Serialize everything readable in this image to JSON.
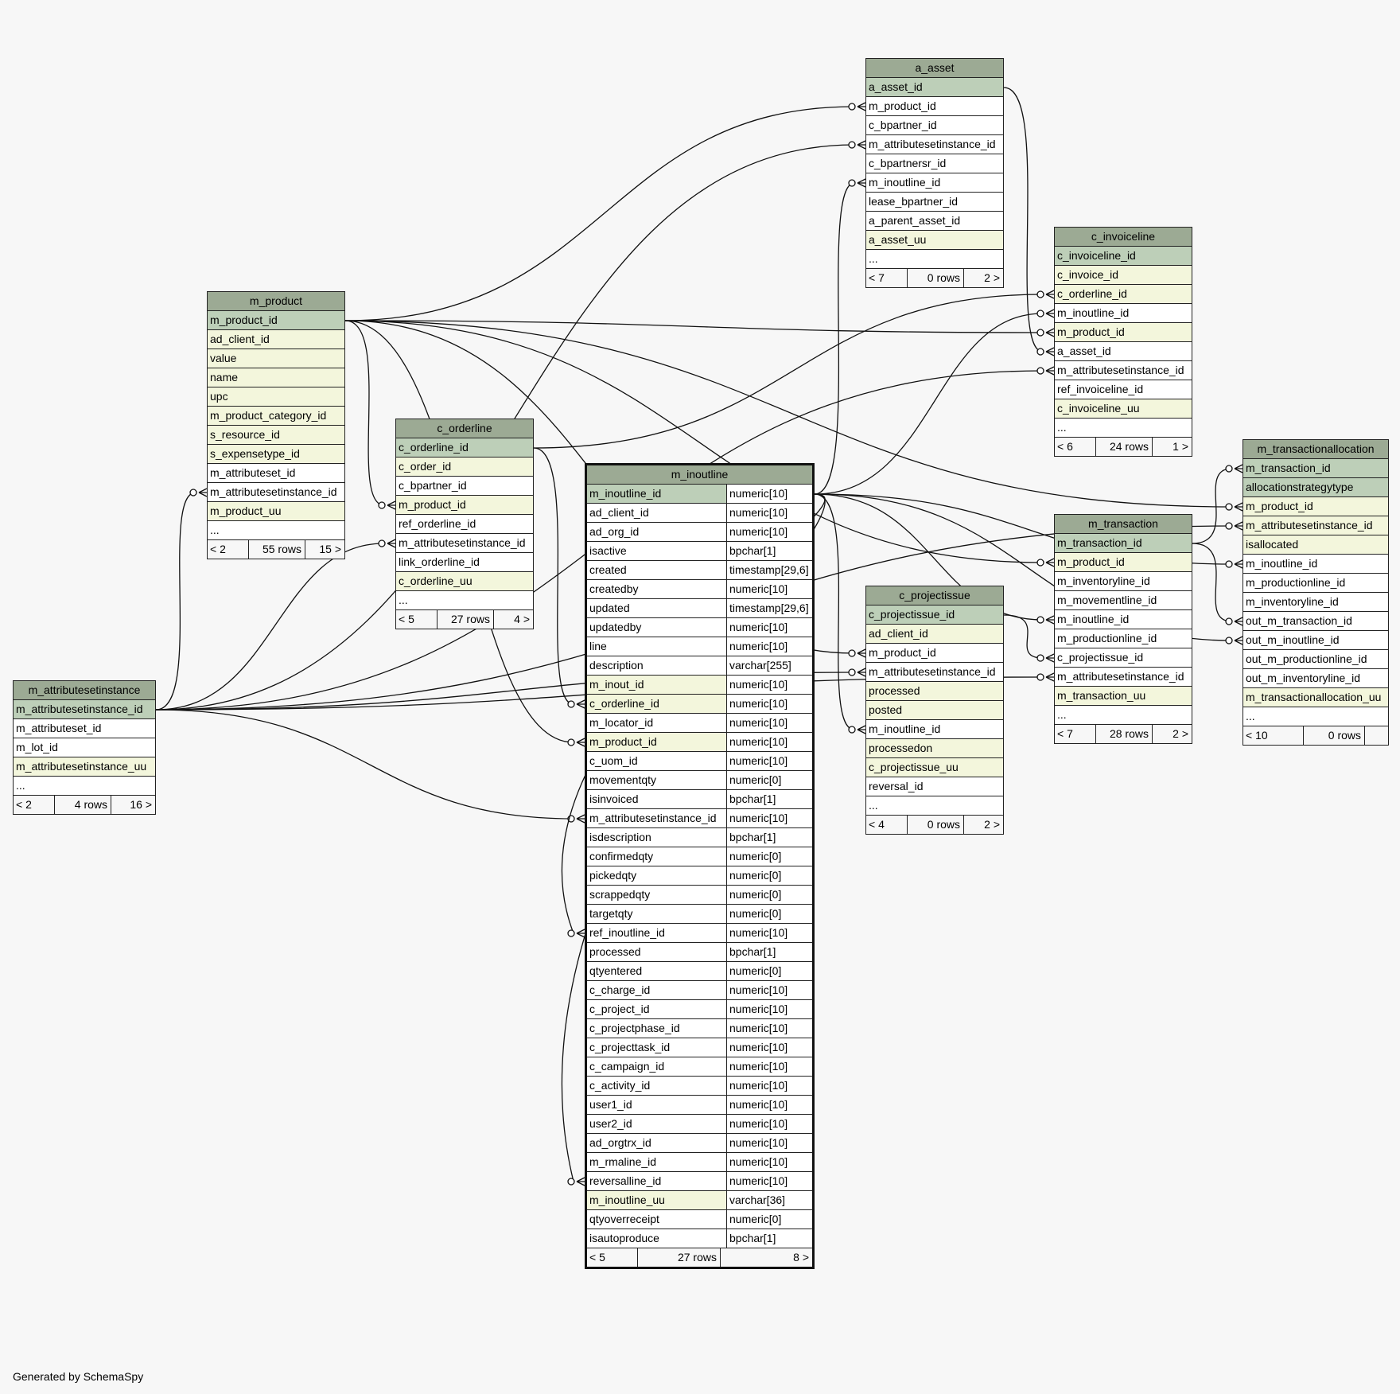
{
  "footer": "Generated by SchemaSpy",
  "colors": {
    "header": "#9caa94",
    "primary_key": "#bdcfb8",
    "indexed": "#f3f6dc",
    "background": "#f7f7f7"
  },
  "tables": {
    "m_attributesetinstance": {
      "name": "m_attributesetinstance",
      "rows": [
        {
          "name": "m_attributesetinstance_id",
          "kind": "pk"
        },
        {
          "name": "m_attributeset_id",
          "kind": "plain"
        },
        {
          "name": "m_lot_id",
          "kind": "plain"
        },
        {
          "name": "m_attributesetinstance_uu",
          "kind": "idx"
        },
        {
          "name": "...",
          "kind": "plain"
        }
      ],
      "footer": {
        "parents": "< 2",
        "rows": "4 rows",
        "children": "16 >"
      }
    },
    "m_product": {
      "name": "m_product",
      "rows": [
        {
          "name": "m_product_id",
          "kind": "pk"
        },
        {
          "name": "ad_client_id",
          "kind": "idx"
        },
        {
          "name": "value",
          "kind": "idx"
        },
        {
          "name": "name",
          "kind": "idx"
        },
        {
          "name": "upc",
          "kind": "idx"
        },
        {
          "name": "m_product_category_id",
          "kind": "idx"
        },
        {
          "name": "s_resource_id",
          "kind": "idx"
        },
        {
          "name": "s_expensetype_id",
          "kind": "idx"
        },
        {
          "name": "m_attributeset_id",
          "kind": "plain"
        },
        {
          "name": "m_attributesetinstance_id",
          "kind": "plain"
        },
        {
          "name": "m_product_uu",
          "kind": "idx"
        },
        {
          "name": "...",
          "kind": "plain"
        }
      ],
      "footer": {
        "parents": "< 2",
        "rows": "55 rows",
        "children": "15 >"
      }
    },
    "c_orderline": {
      "name": "c_orderline",
      "rows": [
        {
          "name": "c_orderline_id",
          "kind": "pk"
        },
        {
          "name": "c_order_id",
          "kind": "idx"
        },
        {
          "name": "c_bpartner_id",
          "kind": "plain"
        },
        {
          "name": "m_product_id",
          "kind": "idx"
        },
        {
          "name": "ref_orderline_id",
          "kind": "plain"
        },
        {
          "name": "m_attributesetinstance_id",
          "kind": "plain"
        },
        {
          "name": "link_orderline_id",
          "kind": "plain"
        },
        {
          "name": "c_orderline_uu",
          "kind": "idx"
        },
        {
          "name": "...",
          "kind": "plain"
        }
      ],
      "footer": {
        "parents": "< 5",
        "rows": "27 rows",
        "children": "4 >"
      }
    },
    "m_inoutline": {
      "name": "m_inoutline",
      "rows": [
        {
          "name": "m_inoutline_id",
          "type": "numeric[10]",
          "kind": "pk"
        },
        {
          "name": "ad_client_id",
          "type": "numeric[10]",
          "kind": "plain"
        },
        {
          "name": "ad_org_id",
          "type": "numeric[10]",
          "kind": "plain"
        },
        {
          "name": "isactive",
          "type": "bpchar[1]",
          "kind": "plain"
        },
        {
          "name": "created",
          "type": "timestamp[29,6]",
          "kind": "plain"
        },
        {
          "name": "createdby",
          "type": "numeric[10]",
          "kind": "plain"
        },
        {
          "name": "updated",
          "type": "timestamp[29,6]",
          "kind": "plain"
        },
        {
          "name": "updatedby",
          "type": "numeric[10]",
          "kind": "plain"
        },
        {
          "name": "line",
          "type": "numeric[10]",
          "kind": "plain"
        },
        {
          "name": "description",
          "type": "varchar[255]",
          "kind": "plain"
        },
        {
          "name": "m_inout_id",
          "type": "numeric[10]",
          "kind": "idx"
        },
        {
          "name": "c_orderline_id",
          "type": "numeric[10]",
          "kind": "idx"
        },
        {
          "name": "m_locator_id",
          "type": "numeric[10]",
          "kind": "plain"
        },
        {
          "name": "m_product_id",
          "type": "numeric[10]",
          "kind": "idx"
        },
        {
          "name": "c_uom_id",
          "type": "numeric[10]",
          "kind": "plain"
        },
        {
          "name": "movementqty",
          "type": "numeric[0]",
          "kind": "plain"
        },
        {
          "name": "isinvoiced",
          "type": "bpchar[1]",
          "kind": "plain"
        },
        {
          "name": "m_attributesetinstance_id",
          "type": "numeric[10]",
          "kind": "plain"
        },
        {
          "name": "isdescription",
          "type": "bpchar[1]",
          "kind": "plain"
        },
        {
          "name": "confirmedqty",
          "type": "numeric[0]",
          "kind": "plain"
        },
        {
          "name": "pickedqty",
          "type": "numeric[0]",
          "kind": "plain"
        },
        {
          "name": "scrappedqty",
          "type": "numeric[0]",
          "kind": "plain"
        },
        {
          "name": "targetqty",
          "type": "numeric[0]",
          "kind": "plain"
        },
        {
          "name": "ref_inoutline_id",
          "type": "numeric[10]",
          "kind": "plain"
        },
        {
          "name": "processed",
          "type": "bpchar[1]",
          "kind": "plain"
        },
        {
          "name": "qtyentered",
          "type": "numeric[0]",
          "kind": "plain"
        },
        {
          "name": "c_charge_id",
          "type": "numeric[10]",
          "kind": "plain"
        },
        {
          "name": "c_project_id",
          "type": "numeric[10]",
          "kind": "plain"
        },
        {
          "name": "c_projectphase_id",
          "type": "numeric[10]",
          "kind": "plain"
        },
        {
          "name": "c_projecttask_id",
          "type": "numeric[10]",
          "kind": "plain"
        },
        {
          "name": "c_campaign_id",
          "type": "numeric[10]",
          "kind": "plain"
        },
        {
          "name": "c_activity_id",
          "type": "numeric[10]",
          "kind": "plain"
        },
        {
          "name": "user1_id",
          "type": "numeric[10]",
          "kind": "plain"
        },
        {
          "name": "user2_id",
          "type": "numeric[10]",
          "kind": "plain"
        },
        {
          "name": "ad_orgtrx_id",
          "type": "numeric[10]",
          "kind": "plain"
        },
        {
          "name": "m_rmaline_id",
          "type": "numeric[10]",
          "kind": "plain"
        },
        {
          "name": "reversalline_id",
          "type": "numeric[10]",
          "kind": "plain"
        },
        {
          "name": "m_inoutline_uu",
          "type": "varchar[36]",
          "kind": "idx"
        },
        {
          "name": "qtyoverreceipt",
          "type": "numeric[0]",
          "kind": "plain"
        },
        {
          "name": "isautoproduce",
          "type": "bpchar[1]",
          "kind": "plain"
        }
      ],
      "footer": {
        "parents": "< 5",
        "rows": "27 rows",
        "children": "8 >"
      }
    },
    "a_asset": {
      "name": "a_asset",
      "rows": [
        {
          "name": "a_asset_id",
          "kind": "pk"
        },
        {
          "name": "m_product_id",
          "kind": "plain"
        },
        {
          "name": "c_bpartner_id",
          "kind": "plain"
        },
        {
          "name": "m_attributesetinstance_id",
          "kind": "plain"
        },
        {
          "name": "c_bpartnersr_id",
          "kind": "plain"
        },
        {
          "name": "m_inoutline_id",
          "kind": "plain"
        },
        {
          "name": "lease_bpartner_id",
          "kind": "plain"
        },
        {
          "name": "a_parent_asset_id",
          "kind": "plain"
        },
        {
          "name": "a_asset_uu",
          "kind": "idx"
        },
        {
          "name": "...",
          "kind": "plain"
        }
      ],
      "footer": {
        "parents": "< 7",
        "rows": "0 rows",
        "children": "2 >"
      }
    },
    "c_invoiceline": {
      "name": "c_invoiceline",
      "rows": [
        {
          "name": "c_invoiceline_id",
          "kind": "pk"
        },
        {
          "name": "c_invoice_id",
          "kind": "idx"
        },
        {
          "name": "c_orderline_id",
          "kind": "idx"
        },
        {
          "name": "m_inoutline_id",
          "kind": "plain"
        },
        {
          "name": "m_product_id",
          "kind": "idx"
        },
        {
          "name": "a_asset_id",
          "kind": "plain"
        },
        {
          "name": "m_attributesetinstance_id",
          "kind": "plain"
        },
        {
          "name": "ref_invoiceline_id",
          "kind": "plain"
        },
        {
          "name": "c_invoiceline_uu",
          "kind": "idx"
        },
        {
          "name": "...",
          "kind": "plain"
        }
      ],
      "footer": {
        "parents": "< 6",
        "rows": "24 rows",
        "children": "1 >"
      }
    },
    "c_projectissue": {
      "name": "c_projectissue",
      "rows": [
        {
          "name": "c_projectissue_id",
          "kind": "pk"
        },
        {
          "name": "ad_client_id",
          "kind": "idx"
        },
        {
          "name": "m_product_id",
          "kind": "plain"
        },
        {
          "name": "m_attributesetinstance_id",
          "kind": "plain"
        },
        {
          "name": "processed",
          "kind": "idx"
        },
        {
          "name": "posted",
          "kind": "idx"
        },
        {
          "name": "m_inoutline_id",
          "kind": "plain"
        },
        {
          "name": "processedon",
          "kind": "idx"
        },
        {
          "name": "c_projectissue_uu",
          "kind": "idx"
        },
        {
          "name": "reversal_id",
          "kind": "plain"
        },
        {
          "name": "...",
          "kind": "plain"
        }
      ],
      "footer": {
        "parents": "< 4",
        "rows": "0 rows",
        "children": "2 >"
      }
    },
    "m_transaction": {
      "name": "m_transaction",
      "rows": [
        {
          "name": "m_transaction_id",
          "kind": "pk"
        },
        {
          "name": "m_product_id",
          "kind": "idx"
        },
        {
          "name": "m_inventoryline_id",
          "kind": "plain"
        },
        {
          "name": "m_movementline_id",
          "kind": "plain"
        },
        {
          "name": "m_inoutline_id",
          "kind": "plain"
        },
        {
          "name": "m_productionline_id",
          "kind": "plain"
        },
        {
          "name": "c_projectissue_id",
          "kind": "plain"
        },
        {
          "name": "m_attributesetinstance_id",
          "kind": "plain"
        },
        {
          "name": "m_transaction_uu",
          "kind": "idx"
        },
        {
          "name": "...",
          "kind": "plain"
        }
      ],
      "footer": {
        "parents": "< 7",
        "rows": "28 rows",
        "children": "2 >"
      }
    },
    "m_transactionallocation": {
      "name": "m_transactionallocation",
      "rows": [
        {
          "name": "m_transaction_id",
          "kind": "pk"
        },
        {
          "name": "allocationstrategytype",
          "kind": "pk"
        },
        {
          "name": "m_product_id",
          "kind": "idx"
        },
        {
          "name": "m_attributesetinstance_id",
          "kind": "idx"
        },
        {
          "name": "isallocated",
          "kind": "idx"
        },
        {
          "name": "m_inoutline_id",
          "kind": "plain"
        },
        {
          "name": "m_productionline_id",
          "kind": "plain"
        },
        {
          "name": "m_inventoryline_id",
          "kind": "plain"
        },
        {
          "name": "out_m_transaction_id",
          "kind": "plain"
        },
        {
          "name": "out_m_inoutline_id",
          "kind": "plain"
        },
        {
          "name": "out_m_productionline_id",
          "kind": "plain"
        },
        {
          "name": "out_m_inventoryline_id",
          "kind": "plain"
        },
        {
          "name": "m_transactionallocation_uu",
          "kind": "idx"
        },
        {
          "name": "...",
          "kind": "plain"
        }
      ],
      "footer": {
        "parents": "< 10",
        "rows": "0 rows",
        "children": ""
      }
    }
  },
  "relationships": [
    {
      "from": "m_product.m_attributesetinstance_id",
      "to": "m_attributesetinstance.m_attributesetinstance_id"
    },
    {
      "from": "c_orderline.m_product_id",
      "to": "m_product.m_product_id"
    },
    {
      "from": "c_orderline.m_attributesetinstance_id",
      "to": "m_attributesetinstance.m_attributesetinstance_id"
    },
    {
      "from": "m_inoutline.c_orderline_id",
      "to": "c_orderline.c_orderline_id"
    },
    {
      "from": "m_inoutline.m_product_id",
      "to": "m_product.m_product_id"
    },
    {
      "from": "m_inoutline.m_attributesetinstance_id",
      "to": "m_attributesetinstance.m_attributesetinstance_id"
    },
    {
      "from": "m_inoutline.ref_inoutline_id",
      "to": "m_inoutline.m_inoutline_id"
    },
    {
      "from": "m_inoutline.reversalline_id",
      "to": "m_inoutline.m_inoutline_id"
    },
    {
      "from": "a_asset.m_product_id",
      "to": "m_product.m_product_id"
    },
    {
      "from": "a_asset.m_attributesetinstance_id",
      "to": "m_attributesetinstance.m_attributesetinstance_id"
    },
    {
      "from": "a_asset.m_inoutline_id",
      "to": "m_inoutline.m_inoutline_id"
    },
    {
      "from": "c_invoiceline.c_orderline_id",
      "to": "c_orderline.c_orderline_id"
    },
    {
      "from": "c_invoiceline.m_inoutline_id",
      "to": "m_inoutline.m_inoutline_id"
    },
    {
      "from": "c_invoiceline.m_product_id",
      "to": "m_product.m_product_id"
    },
    {
      "from": "c_invoiceline.a_asset_id",
      "to": "a_asset.a_asset_id"
    },
    {
      "from": "c_invoiceline.m_attributesetinstance_id",
      "to": "m_attributesetinstance.m_attributesetinstance_id"
    },
    {
      "from": "c_projectissue.m_product_id",
      "to": "m_product.m_product_id"
    },
    {
      "from": "c_projectissue.m_attributesetinstance_id",
      "to": "m_attributesetinstance.m_attributesetinstance_id"
    },
    {
      "from": "c_projectissue.m_inoutline_id",
      "to": "m_inoutline.m_inoutline_id"
    },
    {
      "from": "m_transaction.m_product_id",
      "to": "m_product.m_product_id"
    },
    {
      "from": "m_transaction.m_inoutline_id",
      "to": "m_inoutline.m_inoutline_id"
    },
    {
      "from": "m_transaction.c_projectissue_id",
      "to": "c_projectissue.c_projectissue_id"
    },
    {
      "from": "m_transaction.m_attributesetinstance_id",
      "to": "m_attributesetinstance.m_attributesetinstance_id"
    },
    {
      "from": "m_transactionallocation.m_transaction_id",
      "to": "m_transaction.m_transaction_id"
    },
    {
      "from": "m_transactionallocation.m_product_id",
      "to": "m_product.m_product_id"
    },
    {
      "from": "m_transactionallocation.m_attributesetinstance_id",
      "to": "m_attributesetinstance.m_attributesetinstance_id"
    },
    {
      "from": "m_transactionallocation.m_inoutline_id",
      "to": "m_inoutline.m_inoutline_id"
    },
    {
      "from": "m_transactionallocation.out_m_transaction_id",
      "to": "m_transaction.m_transaction_id"
    },
    {
      "from": "m_transactionallocation.out_m_inoutline_id",
      "to": "m_inoutline.m_inoutline_id"
    }
  ]
}
